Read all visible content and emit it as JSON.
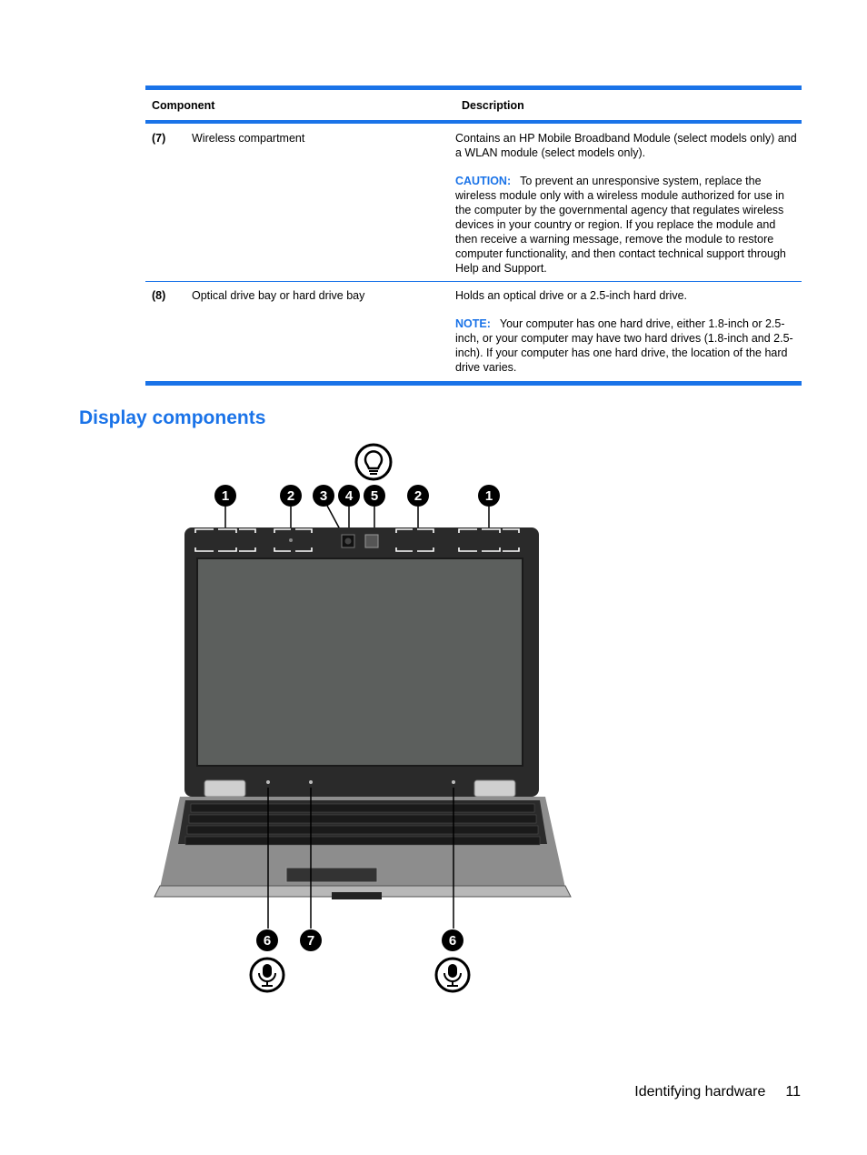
{
  "table": {
    "headers": [
      "Component",
      "Description"
    ],
    "rows": [
      {
        "num": "(7)",
        "component": "Wireless compartment",
        "description": "Contains an HP Mobile Broadband Module (select models only) and a WLAN module (select models only).",
        "note_label": "CAUTION:",
        "note_text": "To prevent an unresponsive system, replace the wireless module only with a wireless module authorized for use in the computer by the governmental agency that regulates wireless devices in your country or region. If you replace the module and then receive a warning message, remove the module to restore computer functionality, and then contact technical support through Help and Support."
      },
      {
        "num": "(8)",
        "component": "Optical drive bay or hard drive bay",
        "description": "Holds an optical drive or a 2.5-inch hard drive.",
        "note_label": "NOTE:",
        "note_text": "Your computer has one hard drive, either 1.8-inch or 2.5-inch, or your computer may have two hard drives (1.8-inch and 2.5-inch). If your computer has one hard drive, the location of the hard drive varies."
      }
    ]
  },
  "section_title": "Display components",
  "figure": {
    "top_callouts": [
      "1",
      "2",
      "3",
      "4",
      "5",
      "2",
      "1"
    ],
    "bottom_callouts": [
      "6",
      "7",
      "6"
    ],
    "icons": [
      "lightbulb-icon",
      "microphone-icon"
    ]
  },
  "footer": {
    "section": "Identifying hardware",
    "page": "11"
  }
}
